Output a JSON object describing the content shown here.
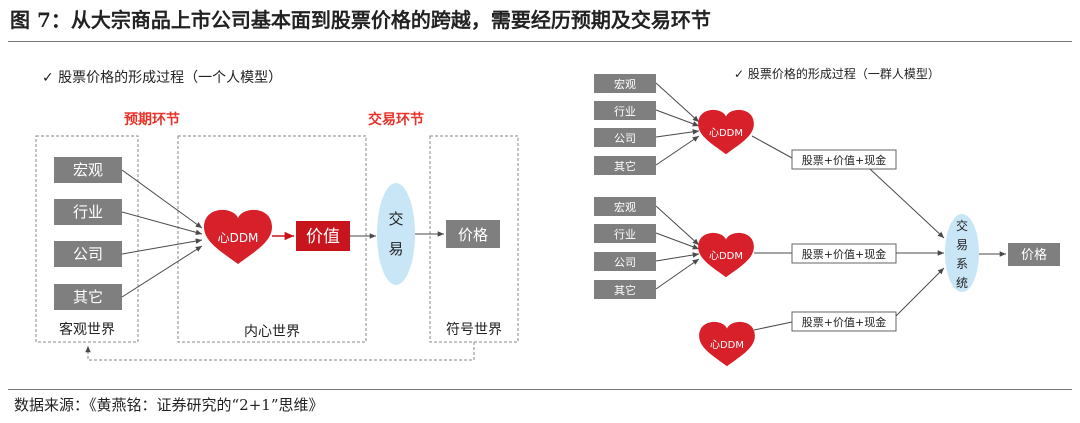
{
  "figure_title": "图 7：从大宗商品上市公司基本面到股票价格的跨越，需要经历预期及交易环节",
  "source_note": "数据来源：《黄燕铭：证券研究的“2+1”思维》",
  "left_panel": {
    "subtitle": "✓ 股票价格的形成过程（一个人模型）",
    "stage_expectation": "预期环节",
    "stage_trading": "交易环节",
    "inputs": [
      "宏观",
      "行业",
      "公司",
      "其它"
    ],
    "objective_world": "客观世界",
    "inner_world": "内心世界",
    "symbol_world": "符号世界",
    "heart_label": "心DDM",
    "value_box": "价值",
    "trade_chars": [
      "交",
      "易"
    ],
    "price_box": "价格"
  },
  "right_panel": {
    "subtitle": "✓ 股票价格的形成过程（一群人模型）",
    "inputs_group1": [
      "宏观",
      "行业",
      "公司",
      "其它"
    ],
    "inputs_group2": [
      "宏观",
      "行业",
      "公司",
      "其它"
    ],
    "heart_label": "心DDM",
    "flow_box": "股票+价值+现金",
    "system_chars": [
      "交",
      "易",
      "系",
      "统"
    ],
    "price_box": "价格"
  },
  "colors": {
    "heart": "#d8202a",
    "value_box": "#c8141c",
    "grey_box": "#7f7f7f",
    "stage_red": "#e8332a",
    "ellipse": "#c9e6f6"
  }
}
